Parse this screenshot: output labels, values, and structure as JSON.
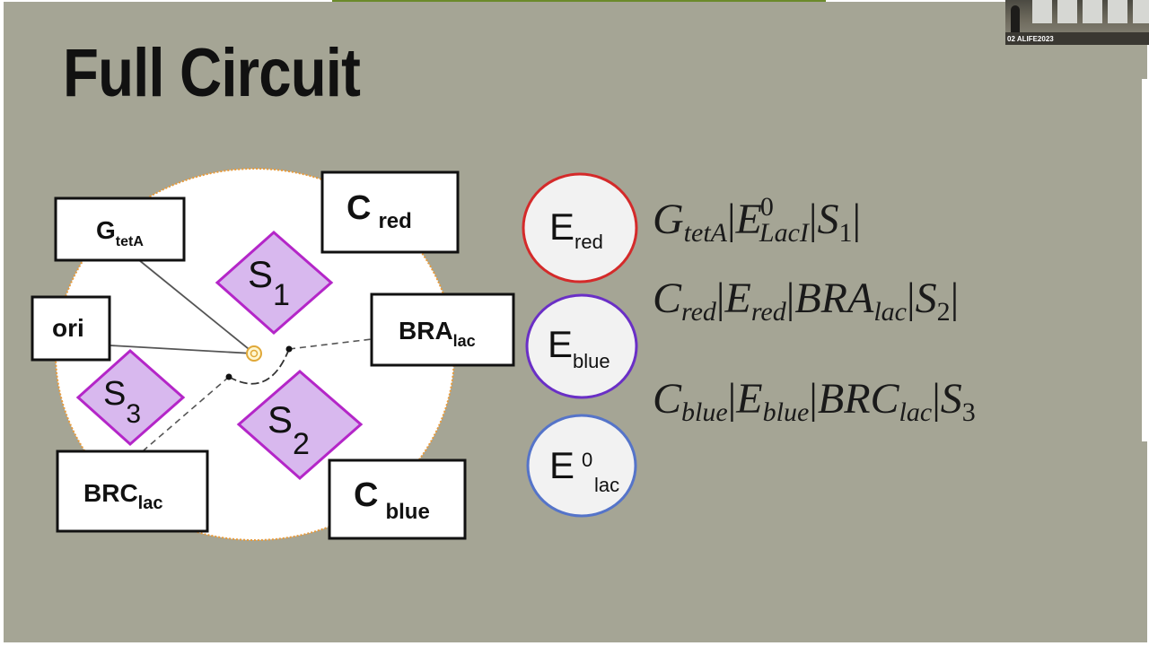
{
  "slide": {
    "title": "Full Circuit",
    "thumbnail_label": "02 ALIFE2023"
  },
  "diagram": {
    "boxes": [
      {
        "id": "gteta",
        "main": "G",
        "sub": "tetA"
      },
      {
        "id": "cred",
        "main": "C",
        "sub": "red"
      },
      {
        "id": "ori",
        "main": "ori",
        "sub": ""
      },
      {
        "id": "bralac",
        "main": "BRA",
        "sub": "lac"
      },
      {
        "id": "brclac",
        "main": "BRC",
        "sub": "lac"
      },
      {
        "id": "cblue",
        "main": "C",
        "sub": "blue"
      }
    ],
    "sites": [
      {
        "id": "s1",
        "main": "S",
        "sub": "1"
      },
      {
        "id": "s2",
        "main": "S",
        "sub": "2"
      },
      {
        "id": "s3",
        "main": "S",
        "sub": "3"
      }
    ],
    "enzymes": [
      {
        "id": "ered",
        "main": "E",
        "sub": "red",
        "sup": "",
        "color": "#d42a2a"
      },
      {
        "id": "eblue",
        "main": "E",
        "sub": "blue",
        "sup": "",
        "color": "#6a2fc6"
      },
      {
        "id": "elac",
        "main": "E",
        "sub": "lac",
        "sup": "0",
        "color": "#5574c9"
      }
    ],
    "colors": {
      "site_fill": "#d8b8ee",
      "site_stroke": "#b426c8",
      "cell_fill": "#ffffff",
      "cell_border": "#e89a3a"
    }
  },
  "equations": [
    {
      "terms": [
        {
          "main": "G",
          "sub": "tetA",
          "sup": ""
        },
        {
          "main": "E",
          "sub": "LacI",
          "sup": "0"
        },
        {
          "main": "S",
          "sub": "1",
          "sup": ""
        }
      ]
    },
    {
      "terms": [
        {
          "main": "C",
          "sub": "red",
          "sup": ""
        },
        {
          "main": "E",
          "sub": "red",
          "sup": ""
        },
        {
          "main": "BRA",
          "sub": "lac",
          "sup": ""
        },
        {
          "main": "S",
          "sub": "2",
          "sup": ""
        }
      ]
    },
    {
      "terms": [
        {
          "main": "C",
          "sub": "blue",
          "sup": ""
        },
        {
          "main": "E",
          "sub": "blue",
          "sup": ""
        },
        {
          "main": "BRC",
          "sub": "lac",
          "sup": ""
        },
        {
          "main": "S",
          "sub": "3",
          "sup": ""
        }
      ]
    }
  ]
}
